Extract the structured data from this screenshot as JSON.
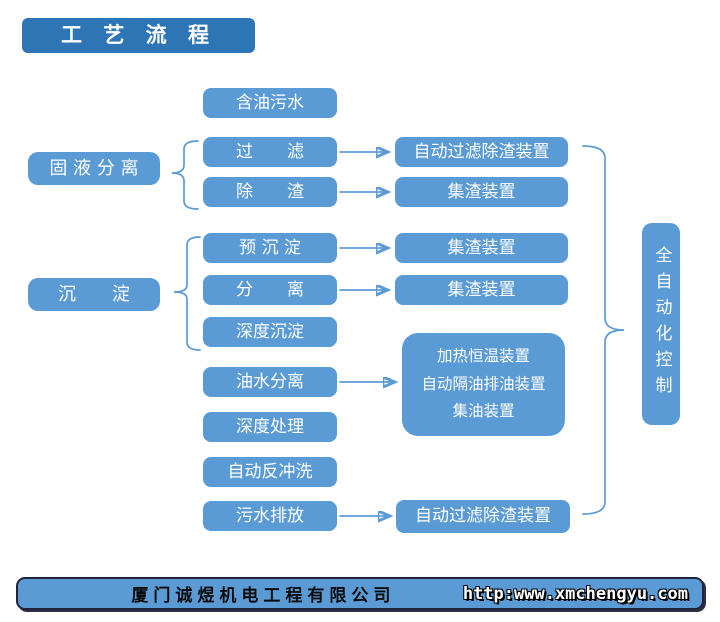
{
  "title": "工 艺 流 程",
  "colors": {
    "title_box": "#2E75B6",
    "flow_box": "#5B9BD5",
    "connector": "#5B9BD5",
    "footer_bar": "#5B9BD5",
    "box_text": "#ffffff",
    "company_text": "#0b0b0b"
  },
  "boxes": {
    "source": "含油污水",
    "group_solid_liquid": "固 液 分 离",
    "filter": "过　　滤",
    "deslag": "除　　渣",
    "device_filter_top": "自动过滤除渣装置",
    "device_slag_1": "集渣装置",
    "group_sediment": "沉　　淀",
    "pre_sediment": "预 沉 淀",
    "separate": "分　　离",
    "deep_sediment": "深度沉淀",
    "device_slag_2": "集渣装置",
    "device_slag_3": "集渣装置",
    "oil_water": "油水分离",
    "deep_treatment": "深度处理",
    "auto_backwash": "自动反冲洗",
    "discharge": "污水排放",
    "device_filter_bottom": "自动过滤除渣装置",
    "auto_control": "全自动化控制"
  },
  "combo_box": {
    "line1": "加热恒温装置",
    "line2": "自动隔油排油装置",
    "line3": "集油装置"
  },
  "footer": {
    "company": "厦门诚煜机电工程有限公司",
    "url": "http:www.xmchengyu.com"
  }
}
